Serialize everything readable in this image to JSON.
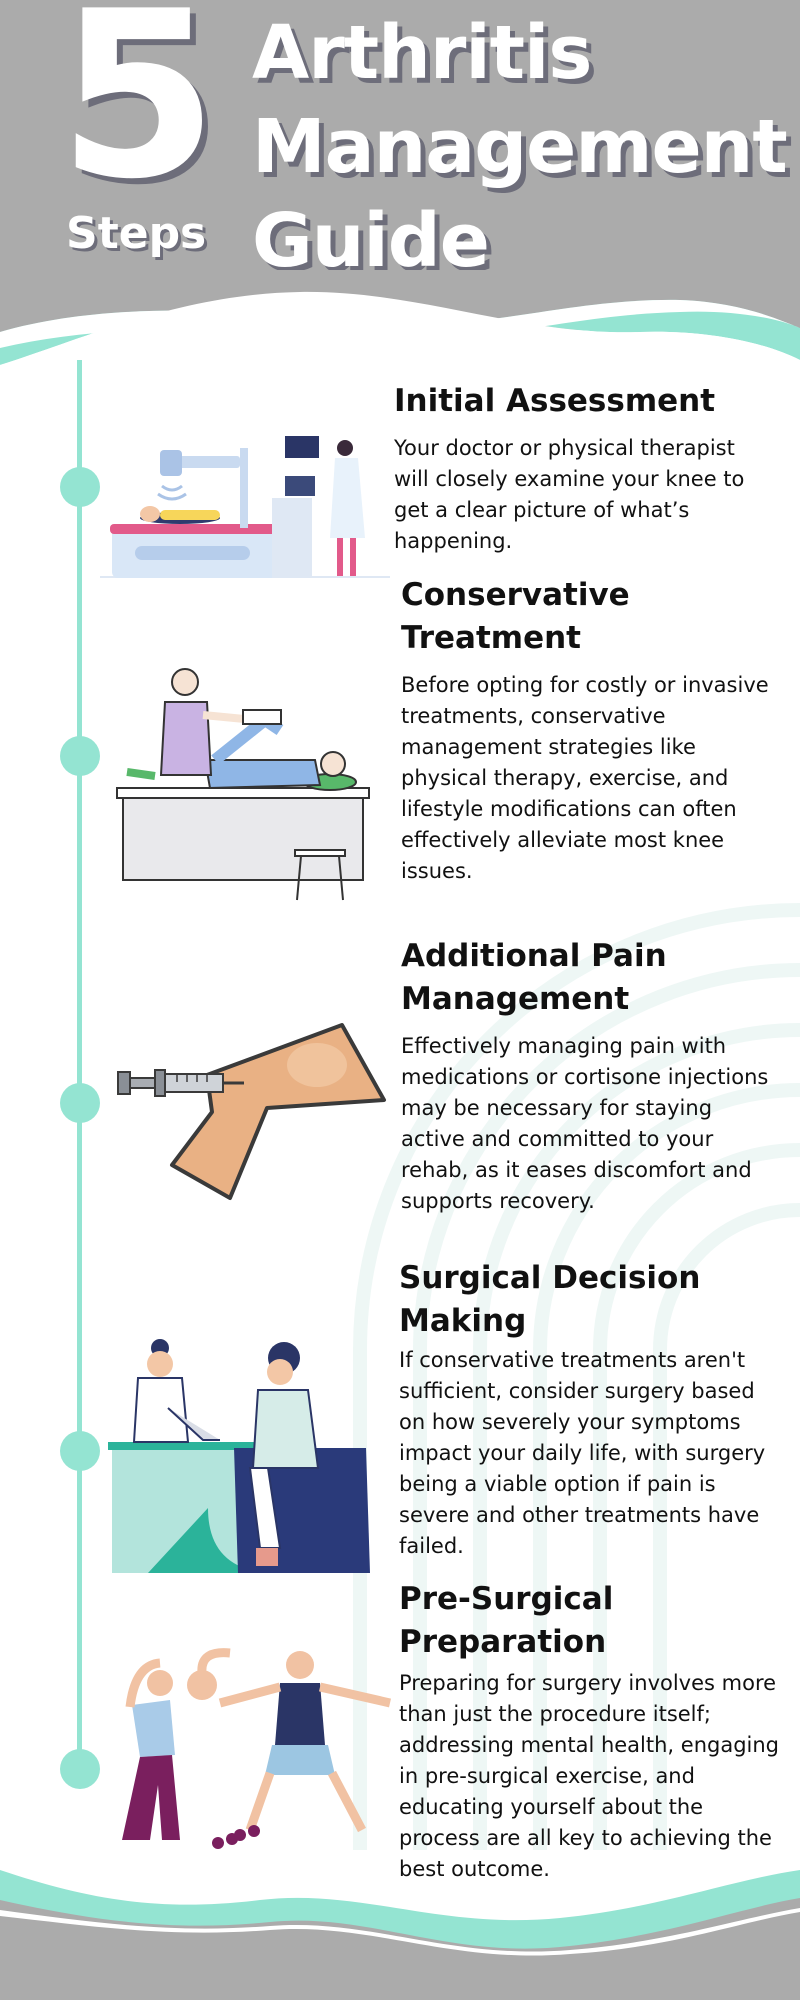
{
  "header": {
    "number": "5",
    "steps_label": "Steps",
    "title_lines": [
      "Arthritis",
      "Management",
      "Guide"
    ]
  },
  "colors": {
    "header_gray": "#ababab",
    "accent_mint": "#94e4d2",
    "shadow": "#6d6d7a",
    "text": "#111111"
  },
  "steps": [
    {
      "title_lines": [
        "Initial Assessment"
      ],
      "body": "Your doctor or physical therapist will closely examine your knee to get a clear picture of what’s happening.",
      "icon": "xray-exam-illustration"
    },
    {
      "title_lines": [
        "Conservative",
        "Treatment"
      ],
      "body": "Before opting for costly or invasive treatments, conservative management strategies like physical therapy, exercise, and lifestyle modifications can often effectively alleviate most knee issues.",
      "icon": "physical-therapy-illustration"
    },
    {
      "title_lines": [
        "Additional Pain",
        "Management"
      ],
      "body": "Effectively managing pain with medications or cortisone injections may be necessary for staying active and committed to your rehab, as it eases discomfort and supports recovery.",
      "icon": "knee-injection-illustration"
    },
    {
      "title_lines": [
        "Surgical Decision",
        "Making"
      ],
      "body": "If conservative treatments aren't sufficient, consider surgery based on how severely your symptoms impact your daily life, with surgery being a viable option if pain is severe and other treatments have failed.",
      "icon": "doctor-consultation-illustration"
    },
    {
      "title_lines": [
        "Pre-Surgical",
        "Preparation"
      ],
      "body": "Preparing for surgery involves more than just the procedure itself; addressing mental health, engaging in pre-surgical exercise, and educating yourself about the process are all key to achieving the best outcome.",
      "icon": "seniors-exercise-illustration"
    }
  ]
}
